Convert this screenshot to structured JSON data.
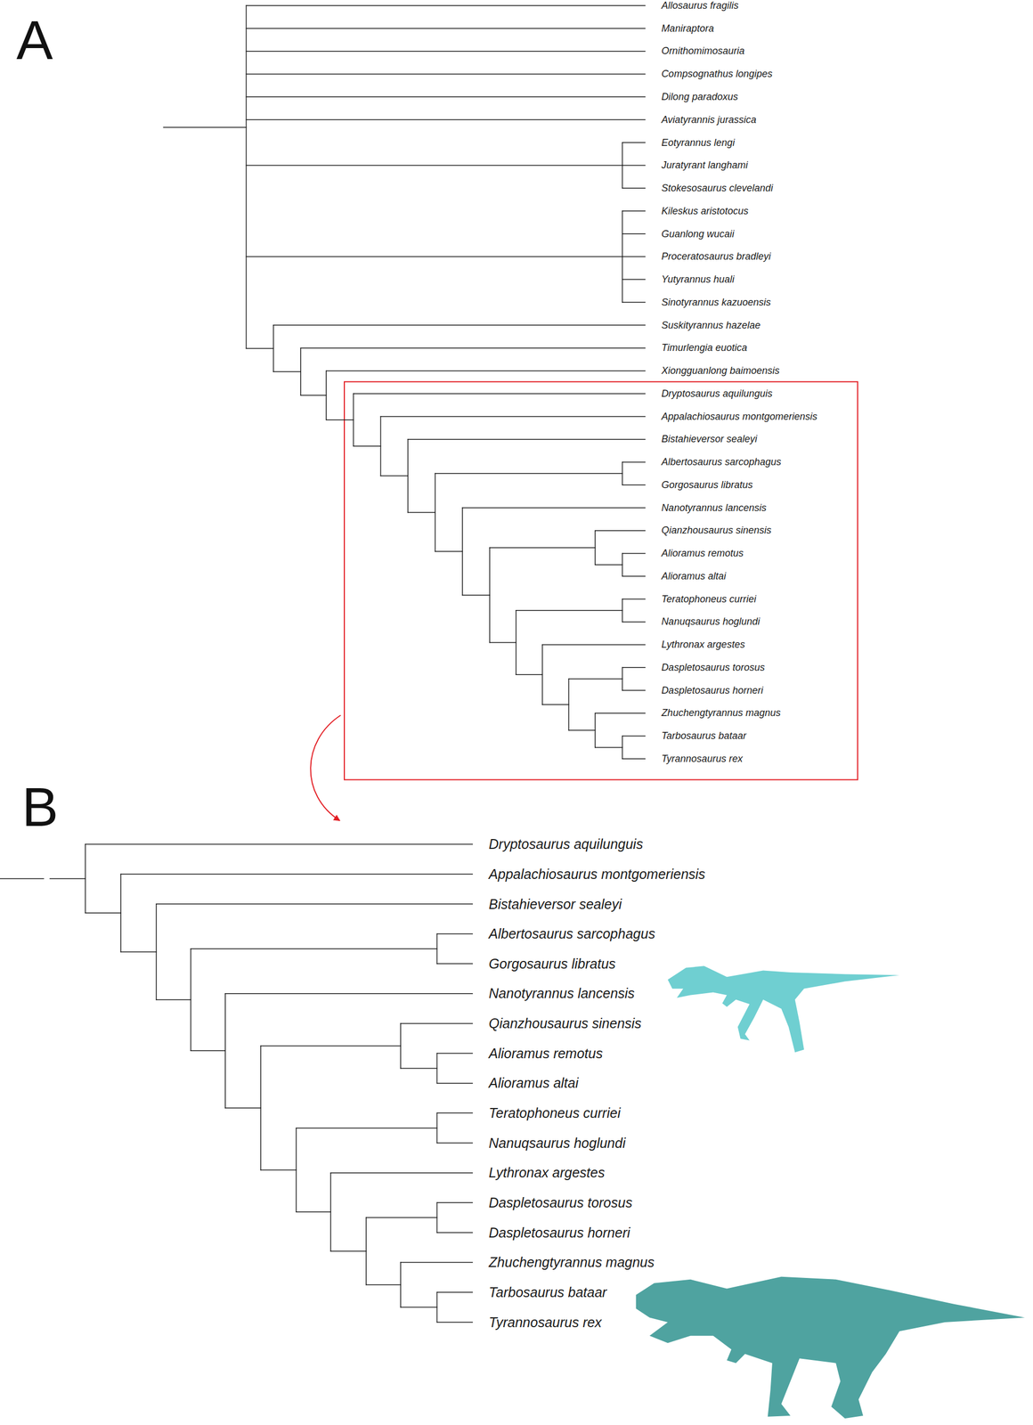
{
  "diagram": {
    "labels": [
      "A",
      "Allosaurus fragilis",
      "Maniraptora",
      "Ornithomimosauria",
      "Compsognathus longipes",
      "Dilong paradoxus",
      "Aviatyrannis jurassica",
      "Eotyrannus lengi",
      "Juratyrant langhami",
      "Stokesosaurus clevelandi",
      "Kileskus aristotocus",
      "Guanlong wucaii",
      "Proceratosaurus bradleyi",
      "Yutyrannus huali",
      "Sinotyrannus kazuoensis",
      "Suskityrannus hazelae",
      "Timurlengia euotica",
      "Xiongguanlong baimoensis",
      "Dryptosaurus aquilunguis",
      "Appalachiosaurus montgomeriensis",
      "Bistahieversor sealeyi",
      "Albertosaurus sarcophagus",
      "Gorgosaurus libratus",
      "Nanotyrannus lancensis",
      "Qianzhousaurus sinensis",
      "Alioramus remotus",
      "Alioramus altai",
      "Teratophoneus curriei",
      "Nanuqsaurus hoglundi",
      "Lythronax argestes",
      "Daspletosaurus torosus",
      "Daspletosaurus horneri",
      "Zhuchengtyrannus magnus",
      "Tarbosaurus bataar",
      "Tyrannosaurus rex",
      "B",
      "Dryptosaurus aquilunguis",
      "Appalachiosaurus montgomeriensis",
      "Bistahieversor sealeyi",
      "Albertosaurus sarcophagus",
      "Gorgosaurus libratus",
      "Nanotyrannus lancensis",
      "Qianzhousaurus sinensis",
      "Alioramus remotus",
      "Alioramus altai",
      "Teratophoneus curriei",
      "Nanuqsaurus hoglundi",
      "Lythronax argestes",
      "Daspletosaurus torosus",
      "Daspletosaurus horneri",
      "Zhuchengtyrannus magnus",
      "Tarbosaurus bataar",
      "Tyrannosaurus rex"
    ]
  }
}
